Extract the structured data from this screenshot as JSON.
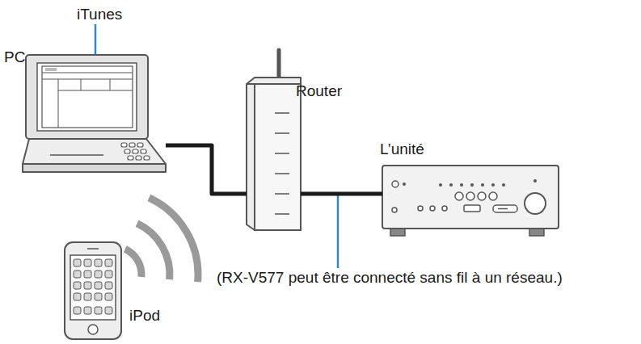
{
  "diagram": {
    "nodes": [
      {
        "text": [
          "PC"
        ]
      },
      {
        "text": [
          "Router"
        ]
      },
      {
        "text": [
          "L’unité"
        ]
      },
      {
        "text": [
          "iPod"
        ]
      }
    ],
    "edges": [
      {
        "from": 0,
        "to": 1,
        "arrow": "none"
      },
      {
        "from": 1,
        "to": 2,
        "arrow": "none"
      }
    ],
    "labels": [
      "iTunes",
      "(RX-V577 peut être connecté sans fil à un réseau.)"
    ]
  }
}
